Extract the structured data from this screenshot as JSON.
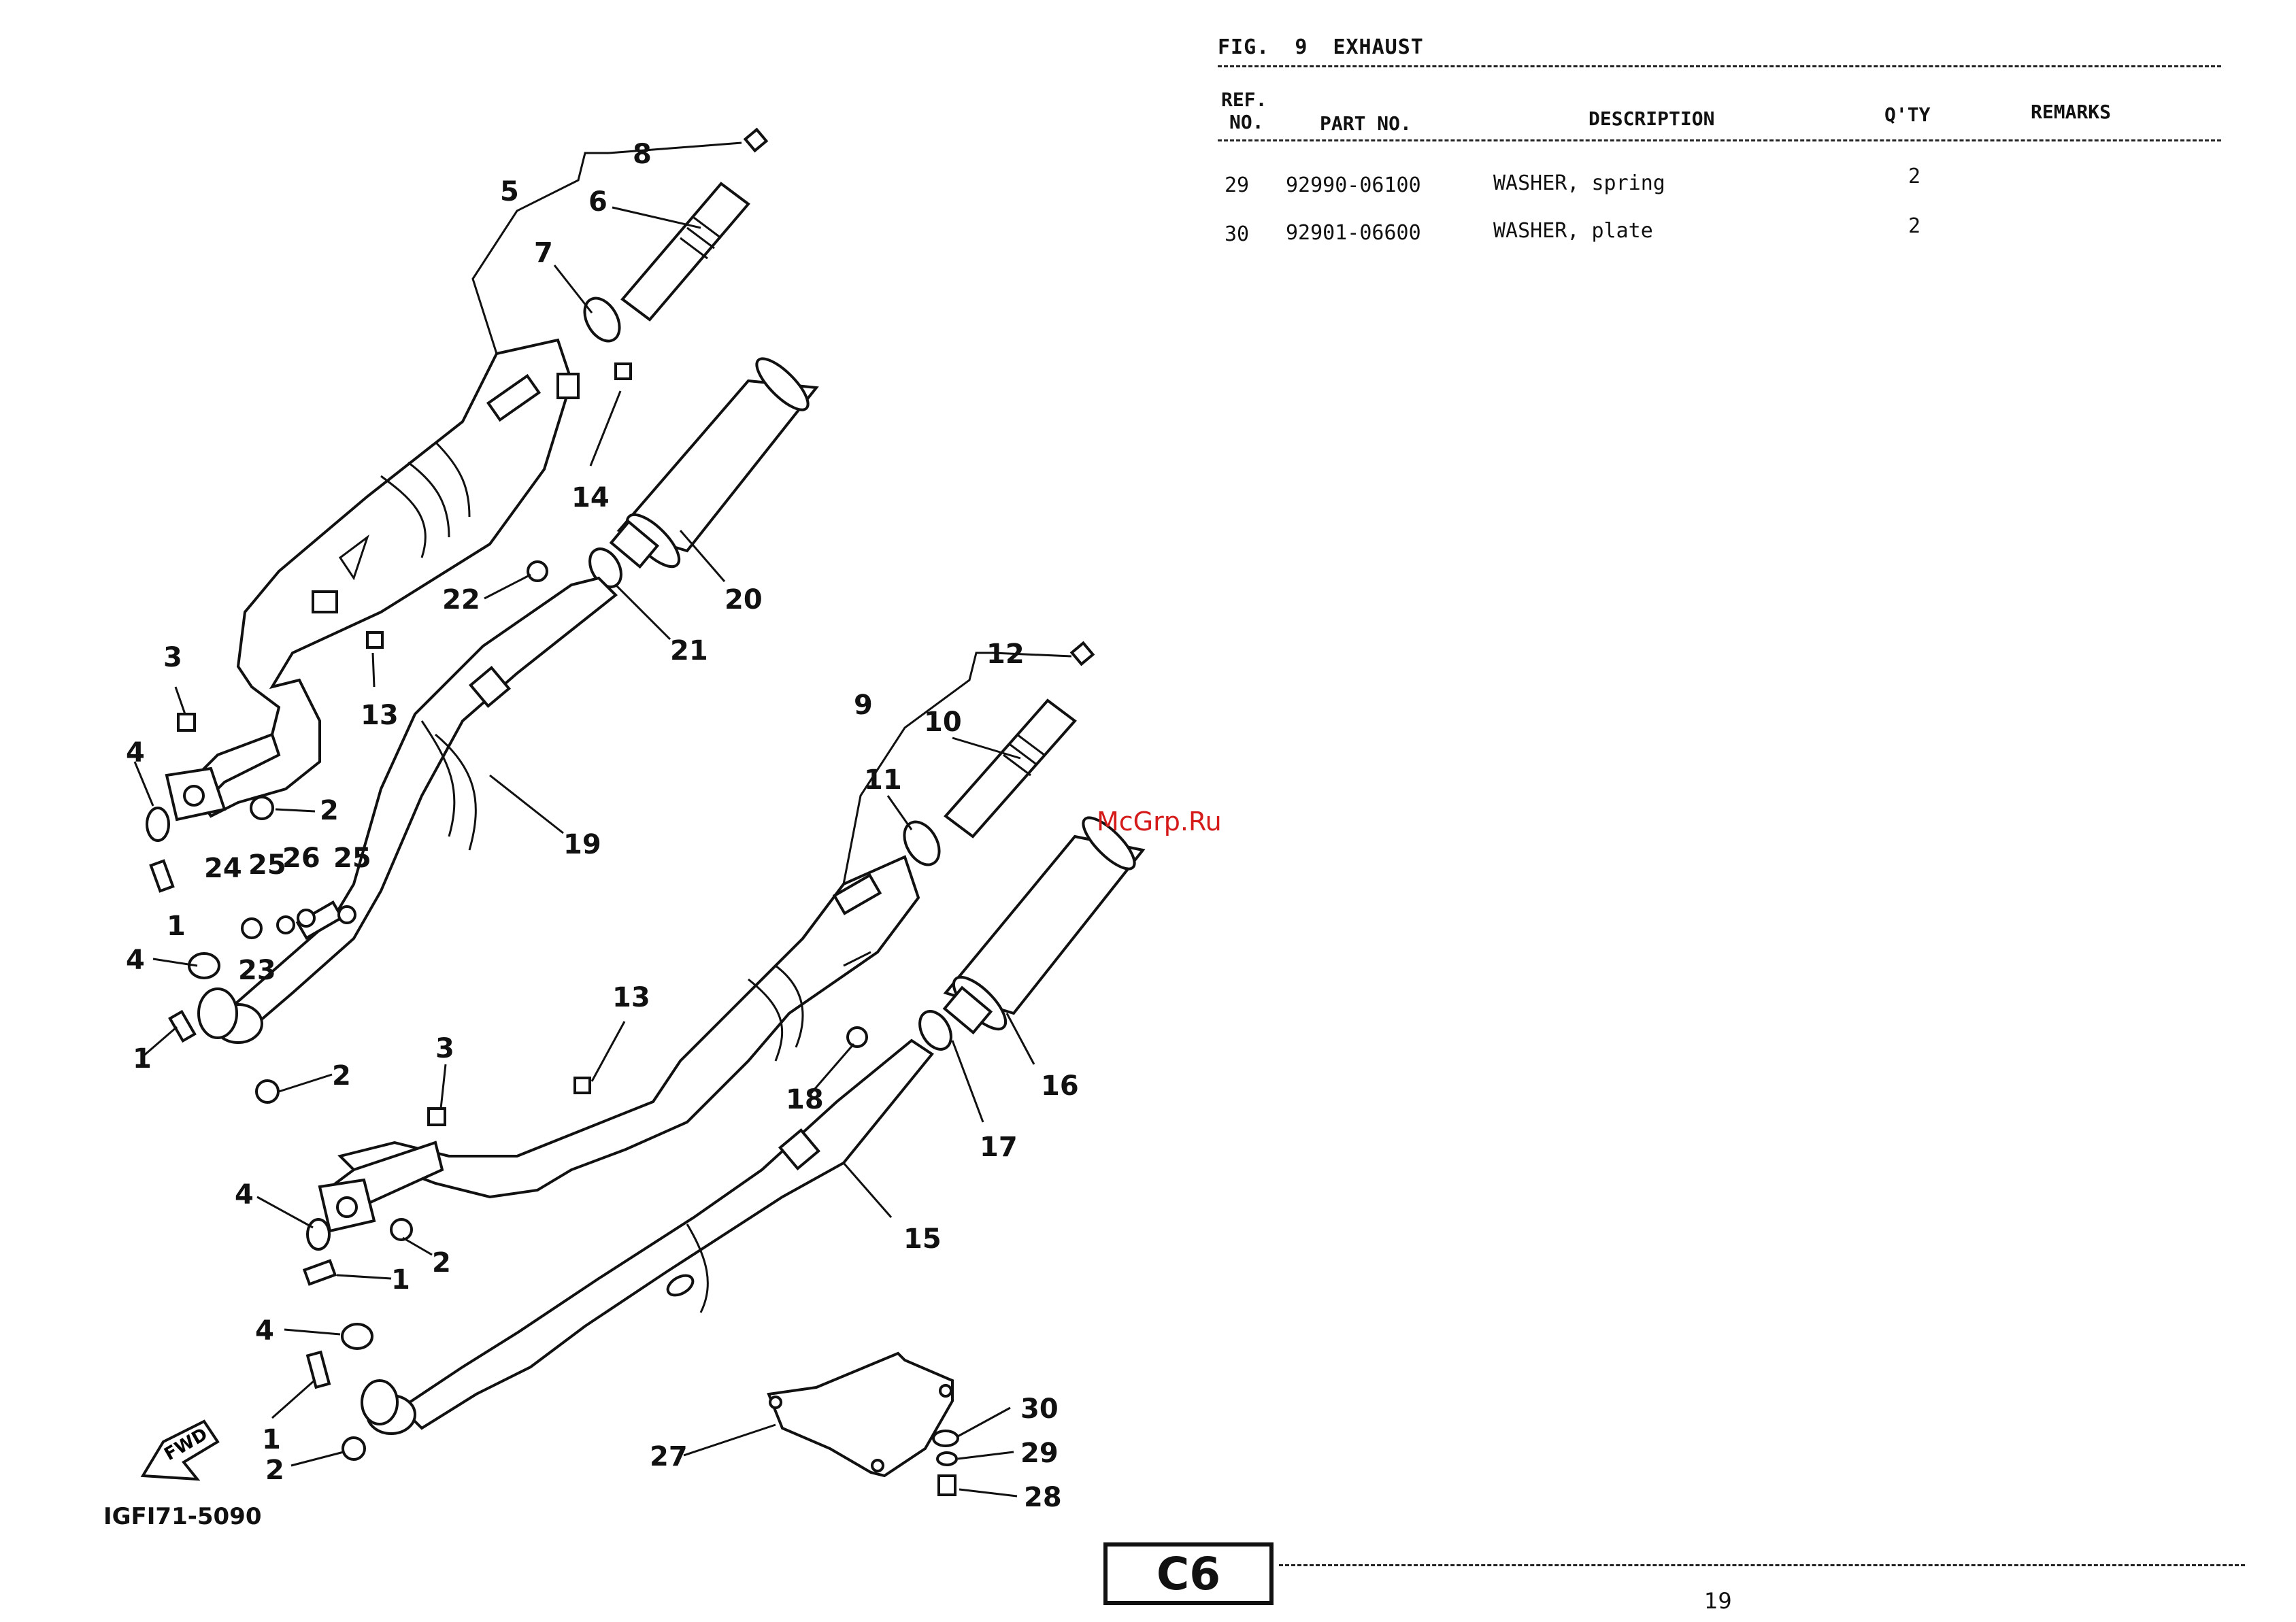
{
  "figure": {
    "number_label": "FIG.",
    "number": "9",
    "title": "EXHAUST"
  },
  "table": {
    "headers": {
      "ref_line1": "REF.",
      "ref_line2": "NO.",
      "part_no": "PART NO.",
      "description": "DESCRIPTION",
      "qty": "Q'TY",
      "remarks": "REMARKS"
    },
    "rows": [
      {
        "ref": "29",
        "part_no": "92990-06100",
        "description": "WASHER, spring",
        "qty": "2",
        "remarks": ""
      },
      {
        "ref": "30",
        "part_no": "92901-06600",
        "description": "WASHER, plate",
        "qty": "2",
        "remarks": ""
      }
    ]
  },
  "diagram": {
    "code": "IGFI71-5090",
    "fwd_label": "FWD",
    "callouts": [
      "8",
      "5",
      "6",
      "7",
      "14",
      "22",
      "20",
      "21",
      "13",
      "3",
      "4",
      "2",
      "19",
      "24",
      "25",
      "26",
      "25",
      "23",
      "1",
      "4",
      "1",
      "2",
      "12",
      "9",
      "10",
      "11",
      "13",
      "3",
      "18",
      "16",
      "17",
      "4",
      "2",
      "1",
      "15",
      "4",
      "1",
      "2",
      "27",
      "30",
      "29",
      "28"
    ]
  },
  "footer": {
    "section_code": "C6",
    "page_number": "19"
  },
  "watermark": "McGrp.Ru"
}
